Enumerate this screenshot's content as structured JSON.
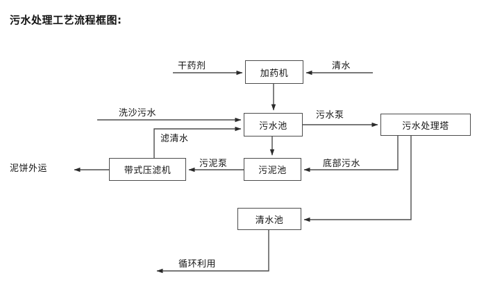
{
  "title": "污水处理工艺流程框图:",
  "colors": {
    "line": "#4a4a4a",
    "text": "#111111",
    "background": "#ffffff"
  },
  "nodes": {
    "dosing_machine": "加药机",
    "wastewater_pool": "污水池",
    "treatment_tower": "污水处理塔",
    "belt_filter_press": "带式压滤机",
    "sludge_pool": "污泥池",
    "clean_water_pool": "清水池"
  },
  "edge_labels": {
    "dry_chemical": "干药剂",
    "clean_water_in": "清水",
    "sand_wash_wastewater": "洗沙污水",
    "filtered_clear_water": "滤清水",
    "wastewater_pump": "污水泵",
    "sludge_pump": "污泥泵",
    "bottom_wastewater": "底部污水",
    "mud_cake_out": "泥饼外运",
    "recycle_reuse": "循环利用"
  }
}
